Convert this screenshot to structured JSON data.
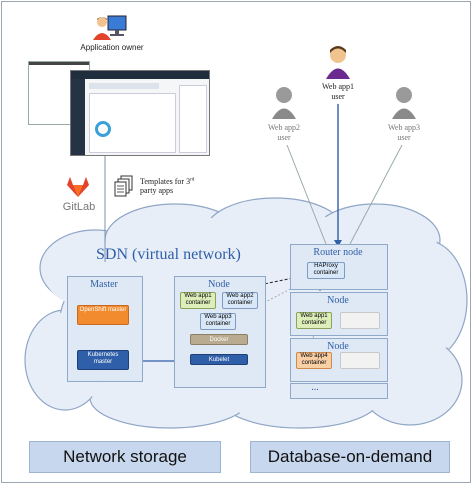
{
  "app_owner": {
    "label": "Application owner"
  },
  "users": {
    "app1": {
      "line1": "Web app1",
      "line2": "user"
    },
    "app2": {
      "line1": "Web app2",
      "line2": "user"
    },
    "app3": {
      "line1": "Web app3",
      "line2": "user"
    }
  },
  "gitlab": {
    "label": "GitLab"
  },
  "templates": {
    "line1": "Templates for 3",
    "sup": "rd",
    "line2": "party apps"
  },
  "sdn": {
    "label": "SDN (virtual network)"
  },
  "master": {
    "title": "Master",
    "openshift": "OpenShift master",
    "kubernetes": "Kubernetes master"
  },
  "node_main": {
    "title": "Node",
    "webapp1": "Web app1 container",
    "webapp2": "Web app2 container",
    "webapp3": "Web app3 container",
    "docker": "Docker",
    "kubelet": "Kubelet"
  },
  "router": {
    "title": "Router node",
    "haproxy": "HAProxy container"
  },
  "node_a": {
    "title": "Node",
    "webapp1": "Web app1 container"
  },
  "node_b": {
    "title": "Node",
    "webapp4": "Web app4 container"
  },
  "node_more": {
    "label": "..."
  },
  "storage": {
    "label": "Network storage"
  },
  "database": {
    "label": "Database-on-demand"
  },
  "colors": {
    "cloud_fill": "#e7eef8",
    "panel_fill": "#dfe8f5",
    "openshift": "#f28a2e",
    "kubernetes": "#2f5fa8",
    "webapp_green": "#ddeebb",
    "webapp_blue": "#d8e8f8",
    "webapp_orange": "#f9cfa6",
    "docker": "#b9ab8f",
    "gitlab": "#e2432a"
  }
}
